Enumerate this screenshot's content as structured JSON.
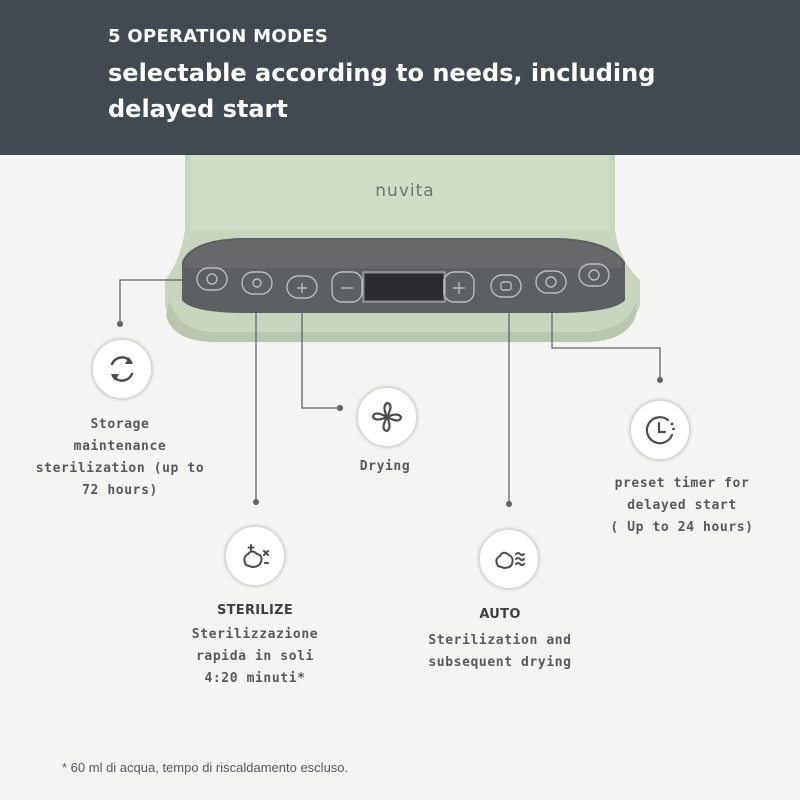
{
  "banner": {
    "kicker": "5 OPERATION MODES",
    "headline": "selectable according to needs, including delayed start"
  },
  "device": {
    "brand": "nuvita",
    "body_color": "#c9d7c2",
    "panel_color": "#55585a"
  },
  "modes": {
    "storage": {
      "icon": "sync-arrows-icon",
      "lines": [
        "Storage",
        "maintenance",
        "sterilization (up to",
        "72 hours)"
      ]
    },
    "drying": {
      "icon": "fan-icon",
      "lines": [
        "Drying"
      ]
    },
    "sterilize": {
      "icon": "sparkle-bottle-icon",
      "title": "STERILIZE",
      "lines": [
        "Sterilizzazione",
        "rapida in soli",
        "4:20 minuti*"
      ]
    },
    "auto": {
      "icon": "steam-bottle-icon",
      "title": "AUTO",
      "lines": [
        "Sterilization and",
        "subsequent drying"
      ]
    },
    "timer": {
      "icon": "timer-clock-icon",
      "lines": [
        "preset timer for",
        "delayed start",
        "( Up to 24 hours)"
      ]
    }
  },
  "footnote": "* 60 ml di acqua, tempo di riscaldamento escluso."
}
